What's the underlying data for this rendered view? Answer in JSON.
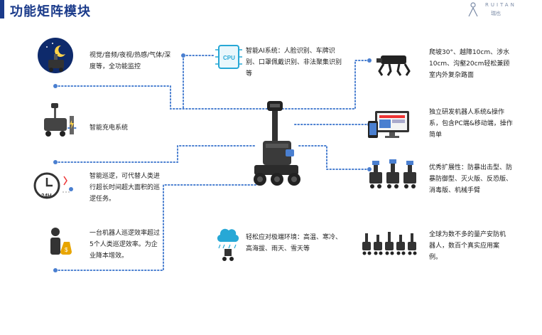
{
  "header": {
    "title": "功能矩阵模块",
    "logo_text": "RUITAN",
    "logo_sub": "瑞也"
  },
  "colors": {
    "title": "#1a3a8a",
    "line": "#4a7fd0",
    "accent_circle": "#0e2a6b"
  },
  "features": {
    "monitoring": "视觉/音频/夜视/热感/气体/深度等，全功能监控",
    "charging": "智能充电系统",
    "patrol": "智能巡逻，可代替人类进行超长时间超大面积的巡逻任务。",
    "efficiency": "一台机器人巡逻效率超过5个人类巡逻效率。为企业降本增效。",
    "ai": "智能AI系统：人脸识别、车牌识别、口罩佩戴识别、非法聚集识别等",
    "environment": "轻松应对极端环境：高温、寒冷、高海拔、雨天、雪天等",
    "terrain": "爬坡30°、越障10cm、涉水10cm、沟壑20cm轻松兼顾室内外复杂路面",
    "system": "独立研发机器人系统&操作系，包含PC端&移动端，操作简单",
    "extensibility": "优秀扩展性：防暴出击型、防暴防御型、灭火版、反恐版、消毒版、机械手臂",
    "deployment": "全球为数不多的量产安防机器人，数百个真实应用案例。"
  },
  "icons": {
    "monitoring": "night-moon-robot-icon",
    "charging": "charging-robot-icon",
    "patrol": "24h-clock-icon",
    "efficiency": "person-money-bag-icon",
    "ai": "cpu-chip-icon",
    "environment": "rain-cloud-robot-icon",
    "terrain": "quadruped-robot-icon",
    "system": "desktop-mobile-icon",
    "extensibility": "robot-fleet-icon",
    "deployment": "robot-group-icon",
    "center": "security-robot-image",
    "cpu_label": "CPU",
    "clock_label": "24H"
  }
}
